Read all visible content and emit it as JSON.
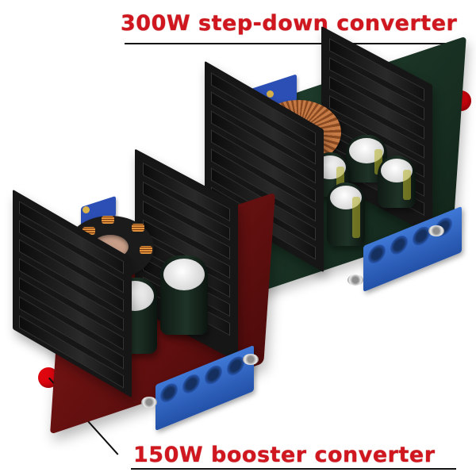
{
  "labels": {
    "top": "300W step-down converter",
    "bottom": "150W booster converter"
  },
  "colors": {
    "label_red": "#d0171f",
    "marker_red": "#e0060f",
    "leader_line": "#111111",
    "background": "#ffffff",
    "green_pcb": "#1f3d2c",
    "red_pcb": "#7a1515",
    "terminal_blue": "#2f66c8",
    "heatsink_black": "#161616",
    "copper": "#c67a45"
  },
  "products": [
    {
      "name": "step-down-converter-module",
      "power": "300W",
      "type": "step-down",
      "pcb_color": "green",
      "components": [
        "two black finned heatsinks",
        "copper toroidal inductor",
        "blue trimmer potentiometer",
        "four electrolytic capacitors",
        "blue 4-pin screw terminal block"
      ]
    },
    {
      "name": "booster-converter-module",
      "power": "150W",
      "type": "booster",
      "pcb_color": "red",
      "components": [
        "two black finned heatsinks",
        "black toroidal inductor with copper windings",
        "blue trimmer potentiometer",
        "two electrolytic capacitors",
        "blue 4-pin screw terminal block",
        "mounting standoffs"
      ]
    }
  ]
}
